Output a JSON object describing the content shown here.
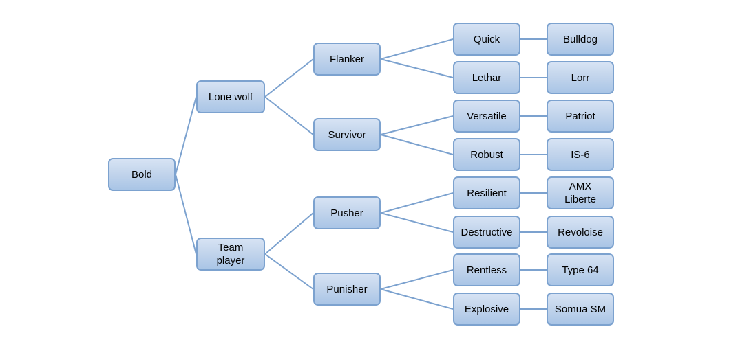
{
  "diagram": {
    "type": "hierarchy-tree",
    "background_color": "#ffffff",
    "node_style": {
      "fill_top": "#d7e3f4",
      "fill_bottom": "#a9c5e6",
      "border_color": "#7ca2cf",
      "text_color": "#000000"
    },
    "connector_color": "#7ca2cf",
    "nodes": {
      "bold": {
        "label": "Bold",
        "parent": null
      },
      "lone_wolf": {
        "label": "Lone wolf",
        "parent": "bold"
      },
      "team_player": {
        "label": "Team player",
        "parent": "bold"
      },
      "flanker": {
        "label": "Flanker",
        "parent": "lone_wolf"
      },
      "survivor": {
        "label": "Survivor",
        "parent": "lone_wolf"
      },
      "pusher": {
        "label": "Pusher",
        "parent": "team_player"
      },
      "punisher": {
        "label": "Punisher",
        "parent": "team_player"
      },
      "quick": {
        "label": "Quick",
        "parent": "flanker"
      },
      "lethar": {
        "label": "Lethar",
        "parent": "flanker"
      },
      "versatile": {
        "label": "Versatile",
        "parent": "survivor"
      },
      "robust": {
        "label": "Robust",
        "parent": "survivor"
      },
      "resilient": {
        "label": "Resilient",
        "parent": "pusher"
      },
      "destructive": {
        "label": "Destructive",
        "parent": "pusher"
      },
      "rentless": {
        "label": "Rentless",
        "parent": "punisher"
      },
      "explosive": {
        "label": "Explosive",
        "parent": "punisher"
      },
      "bulldog": {
        "label": "Bulldog",
        "parent": "quick"
      },
      "lorr": {
        "label": "Lorr",
        "parent": "lethar"
      },
      "patriot": {
        "label": "Patriot",
        "parent": "versatile"
      },
      "is6": {
        "label": "IS-6",
        "parent": "robust"
      },
      "amx_liberte": {
        "label": "AMX Liberte",
        "parent": "resilient"
      },
      "revoloise": {
        "label": "Revoloise",
        "parent": "destructive"
      },
      "type64": {
        "label": "Type 64",
        "parent": "rentless"
      },
      "somua_sm": {
        "label": "Somua SM",
        "parent": "explosive"
      }
    }
  }
}
